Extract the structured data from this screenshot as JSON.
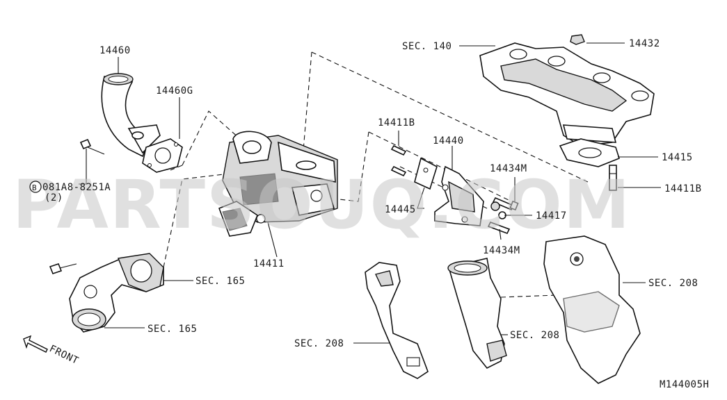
{
  "diagram": {
    "watermark": "PARTSOUQ.COM",
    "figure_code": "M144005H",
    "front_label": "FRONT",
    "callouts": {
      "p14460": "14460",
      "p14460g": "14460G",
      "bolt_code": "081A8-8251A",
      "bolt_qty": "(2)",
      "bolt_symbol": "B",
      "p14411": "14411",
      "p14411b_top": "14411B",
      "p14411b_right": "14411B",
      "p14440": "14440",
      "p14445": "14445",
      "p14434m_top": "14434M",
      "p14434m_bottom": "14434M",
      "p14417": "14417",
      "p14432": "14432",
      "p14415": "14415",
      "sec140": "SEC. 140",
      "sec165_a": "SEC. 165",
      "sec165_b": "SEC. 165",
      "sec208_left": "SEC. 208",
      "sec208_mid": "SEC. 208",
      "sec208_right": "SEC. 208"
    }
  }
}
